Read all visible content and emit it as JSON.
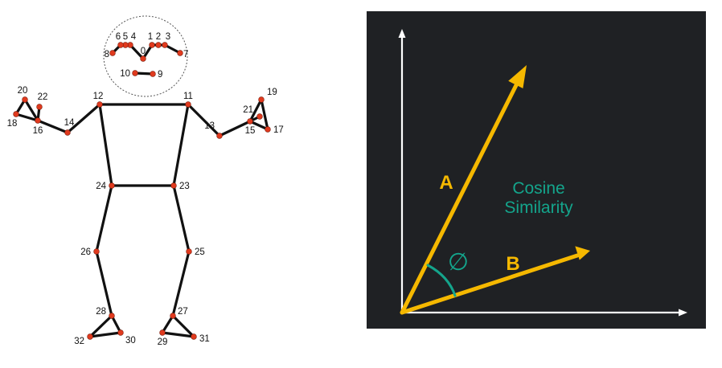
{
  "pose_diagram": {
    "keypoint_labels": [
      "0",
      "1",
      "2",
      "3",
      "4",
      "5",
      "6",
      "7",
      "8",
      "9",
      "10",
      "11",
      "12",
      "13",
      "14",
      "15",
      "16",
      "17",
      "18",
      "19",
      "20",
      "21",
      "22",
      "23",
      "24",
      "25",
      "26",
      "27",
      "28",
      "29",
      "30",
      "31",
      "32"
    ],
    "colors": {
      "line": "#111111",
      "keypoint": "#e03a1e"
    }
  },
  "cosine_diagram": {
    "vector_a_label": "A",
    "vector_b_label": "B",
    "angle_symbol": "∅",
    "title_line1": "Cosine",
    "title_line2": "Similarity",
    "colors": {
      "background": "#1f2124",
      "vector": "#f5b800",
      "accent": "#14a58c",
      "axes": "#ffffff"
    }
  }
}
